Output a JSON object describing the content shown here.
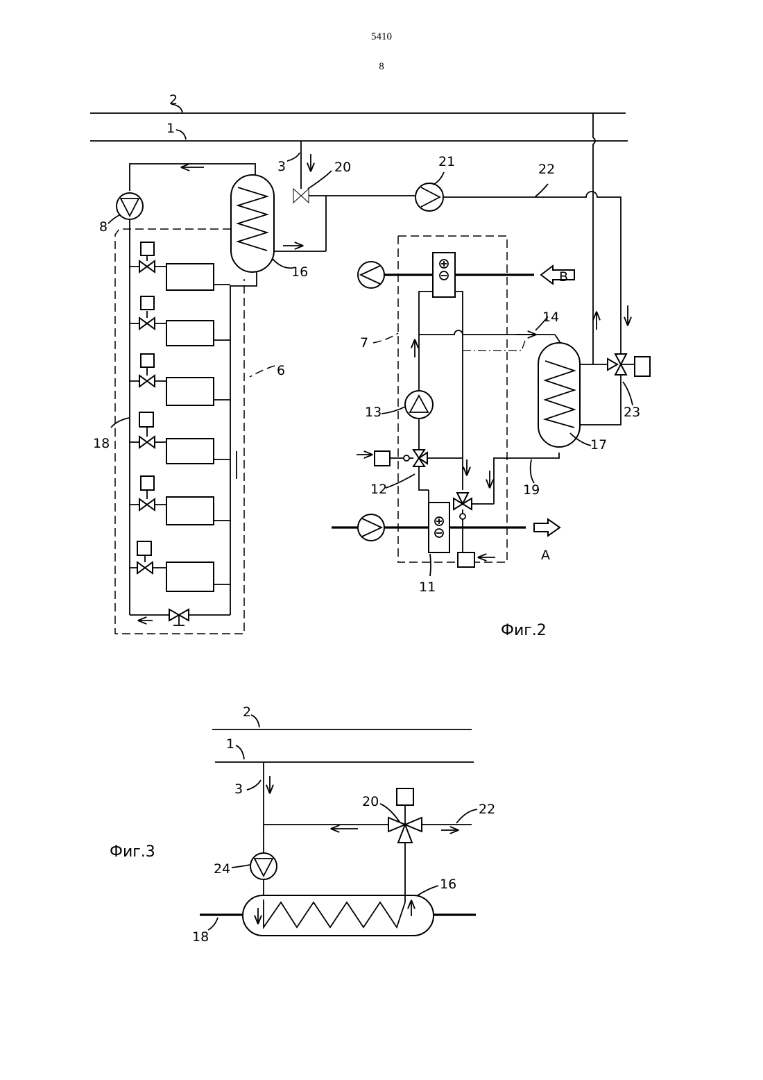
{
  "header": {
    "doc_number": "5410",
    "page_number": "8"
  },
  "figure2": {
    "caption": "Фиг.2",
    "labels": {
      "l1": "1",
      "l2": "2",
      "l3": "3",
      "l6": "6",
      "l7": "7",
      "l8": "8",
      "l11": "11",
      "l12": "12",
      "l13": "13",
      "l14": "14",
      "l16": "16",
      "l17": "17",
      "l18": "18",
      "l19": "19",
      "l20": "20",
      "l21": "21",
      "l22": "22",
      "l23": "23",
      "lA": "A",
      "lB": "B"
    }
  },
  "figure3": {
    "caption": "Фиг.3",
    "labels": {
      "l1": "1",
      "l2": "2",
      "l3": "3",
      "l16": "16",
      "l18": "18",
      "l20": "20",
      "l22": "22",
      "l24": "24"
    }
  }
}
